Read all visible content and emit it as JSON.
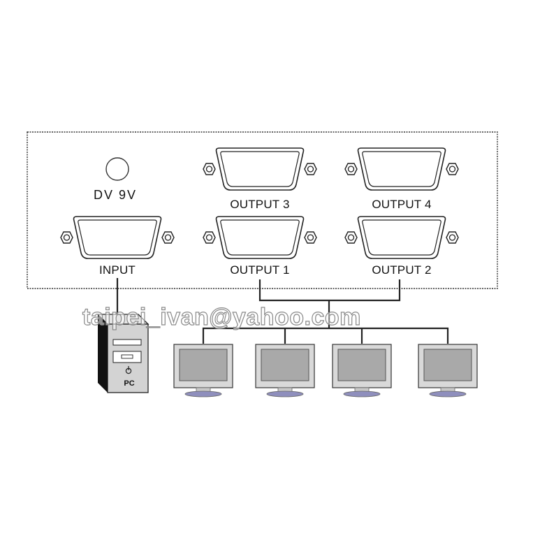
{
  "panel": {
    "power_label": "DV 9V",
    "ports": {
      "input": "INPUT",
      "output1": "OUTPUT 1",
      "output2": "OUTPUT 2",
      "output3": "OUTPUT 3",
      "output4": "OUTPUT 4"
    }
  },
  "devices": {
    "pc_label": "PC"
  },
  "watermark": "taipei_ivan@yahoo.com"
}
